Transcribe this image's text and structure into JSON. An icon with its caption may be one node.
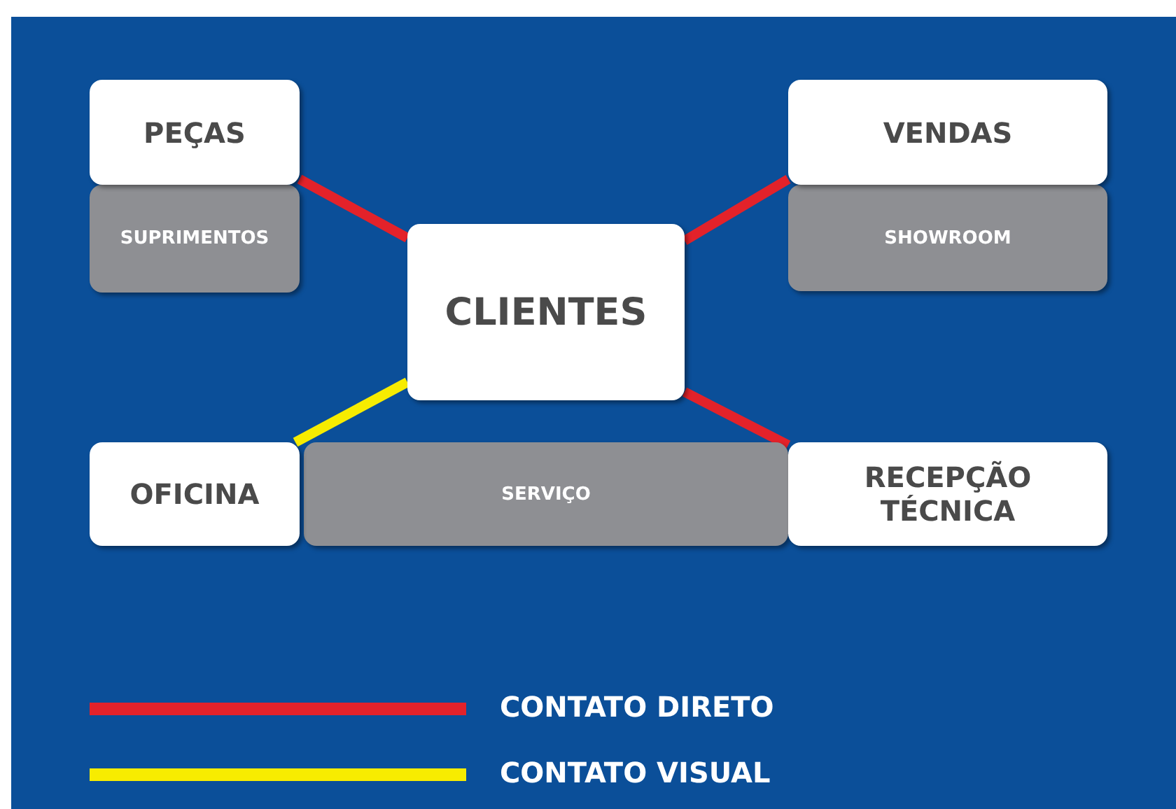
{
  "diagram": {
    "nodes": [
      {
        "text": [
          "PEÇAS"
        ]
      },
      {
        "text": [
          "SUPRIMENTOS"
        ]
      },
      {
        "text": [
          "VENDAS"
        ]
      },
      {
        "text": [
          "SHOWROOM"
        ]
      },
      {
        "text": [
          "CLIENTES"
        ]
      },
      {
        "text": [
          "OFICINA"
        ]
      },
      {
        "text": [
          "SERVIÇO"
        ]
      },
      {
        "text": [
          "RECEPÇÃO TÉCNICA"
        ]
      }
    ],
    "edges": [
      {
        "from": 0,
        "to": 4,
        "arrow": "none"
      },
      {
        "from": 2,
        "to": 4,
        "arrow": "none"
      },
      {
        "from": 5,
        "to": 4,
        "arrow": "none",
        "color": "#f7ec00"
      },
      {
        "from": 7,
        "to": 4,
        "arrow": "none"
      }
    ],
    "legend": [
      {
        "text": "CONTATO DIRETO",
        "color": "#e3222a"
      },
      {
        "text": "CONTATO VISUAL",
        "color": "#f7ec00"
      }
    ]
  }
}
